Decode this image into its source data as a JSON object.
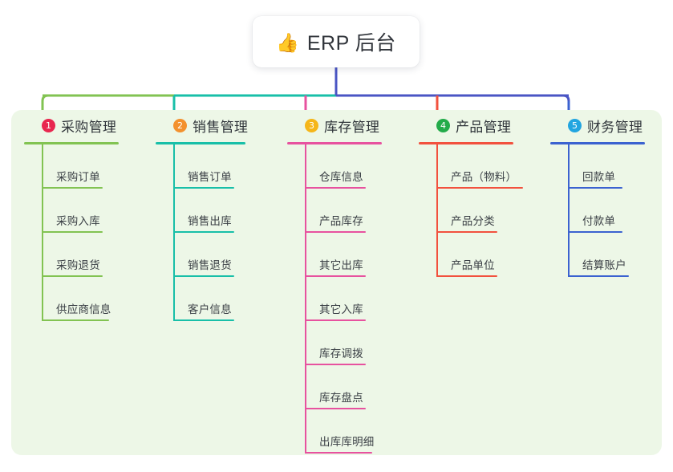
{
  "root": {
    "icon": "thumbs-up-icon",
    "emoji": "👍",
    "title": "ERP 后台"
  },
  "panel": {
    "background": "#edf7e7"
  },
  "trunk_color": "#4a55c4",
  "columns": [
    {
      "number": "1",
      "title": "采购管理",
      "badge_color": "#e8274f",
      "line_color": "#82c352",
      "connector_color": "#82c352",
      "items": [
        {
          "label": "采购订单"
        },
        {
          "label": "采购入库"
        },
        {
          "label": "采购退货"
        },
        {
          "label": "供应商信息"
        }
      ]
    },
    {
      "number": "2",
      "title": "销售管理",
      "badge_color": "#f3912e",
      "line_color": "#18bfa8",
      "connector_color": "#18bfa8",
      "items": [
        {
          "label": "销售订单"
        },
        {
          "label": "销售出库"
        },
        {
          "label": "销售退货"
        },
        {
          "label": "客户信息"
        }
      ]
    },
    {
      "number": "3",
      "title": "库存管理",
      "badge_color": "#f5b619",
      "line_color": "#e7529f",
      "connector_color": "#e7529f",
      "items": [
        {
          "label": "仓库信息"
        },
        {
          "label": "产品库存"
        },
        {
          "label": "其它出库"
        },
        {
          "label": "其它入库"
        },
        {
          "label": "库存调拨"
        },
        {
          "label": "库存盘点"
        },
        {
          "label": "出库库明细"
        }
      ]
    },
    {
      "number": "4",
      "title": "产品管理",
      "badge_color": "#23ab4a",
      "line_color": "#f2513e",
      "connector_color": "#f2513e",
      "items": [
        {
          "label": "产品（物料）"
        },
        {
          "label": "产品分类"
        },
        {
          "label": "产品单位"
        }
      ]
    },
    {
      "number": "5",
      "title": "财务管理",
      "badge_color": "#22a5e0",
      "line_color": "#3b62d0",
      "connector_color": "#3b62d0",
      "items": [
        {
          "label": "回款单"
        },
        {
          "label": "付款单"
        },
        {
          "label": "结算账户"
        }
      ]
    }
  ]
}
